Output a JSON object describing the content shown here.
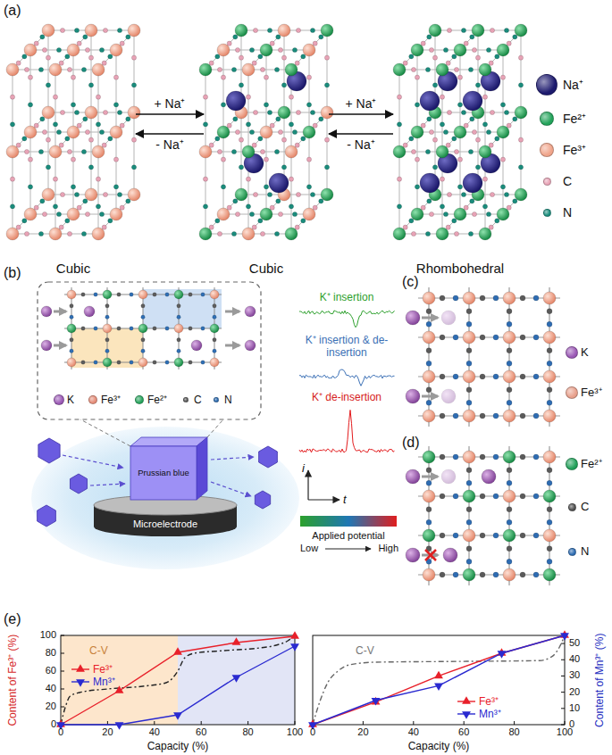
{
  "diagram": {
    "nodes": [
      {
        "text": [
          "Cubic"
        ]
      },
      {
        "text": [
          "Cubic"
        ]
      },
      {
        "text": [
          "Rhombohedral"
        ]
      },
      {
        "text": [
          "Prussian blue"
        ]
      },
      {
        "text": [
          "Microelectrode"
        ]
      }
    ],
    "edges": [
      {
        "from": 0,
        "to": 1,
        "arrow": "to",
        "label": "+ Na⁺"
      },
      {
        "from": 1,
        "to": 0,
        "arrow": "to",
        "label": "- Na⁺"
      },
      {
        "from": 1,
        "to": 2,
        "arrow": "to",
        "label": "+ Na⁺"
      },
      {
        "from": 2,
        "to": 1,
        "arrow": "to",
        "label": "- Na⁺"
      }
    ],
    "labels": [
      "(a)",
      "(b)",
      "(c)",
      "(d)",
      "(e)",
      "K⁺ insertion",
      "K⁺ insertion & de-insertion",
      "K⁺ de-insertion",
      "i",
      "t",
      "Applied potential",
      "Low",
      "High",
      "Content of Fe³⁺ (%)",
      "Capacity (%)",
      "C-V",
      "Capacity (%)",
      "Content of Mn³⁺ (%)",
      "C-V",
      "0",
      "20",
      "40",
      "60",
      "80",
      "100",
      "0",
      "20",
      "40",
      "60",
      "80",
      "100",
      "0",
      "20",
      "40",
      "60",
      "80",
      "100",
      "0",
      "10",
      "20",
      "30",
      "40",
      "50"
    ],
    "legend": [
      {
        "text": "Na⁺",
        "color": "#1d1a6e"
      },
      {
        "text": "Fe²⁺",
        "color": "#22a35a"
      },
      {
        "text": "Fe³⁺",
        "color": "#f0a48a"
      },
      {
        "text": "C",
        "color": "#e8a3b6"
      },
      {
        "text": "N",
        "color": "#1a8c7c"
      },
      {
        "text": "K",
        "color": "#9b59b6"
      },
      {
        "text": "Fe³⁺",
        "color": "#e48c78"
      },
      {
        "text": "Fe²⁺",
        "color": "#27a35c"
      },
      {
        "text": "C",
        "color": "#5e5e5e"
      },
      {
        "text": "N",
        "color": "#2f6fb5"
      },
      {
        "text": "K",
        "color": "#9b59b6"
      },
      {
        "text": "Fe³⁺",
        "color": "#e8a08c"
      },
      {
        "text": "Fe²⁺",
        "color": "#22a05a"
      },
      {
        "text": "C",
        "color": "#4f4f4f"
      },
      {
        "text": "N",
        "color": "#2e6cb2"
      },
      {
        "text": "Fe³⁺"
      },
      {
        "text": "Mn³⁺"
      },
      {
        "text": "Fe³⁺"
      },
      {
        "text": "Mn³⁺"
      }
    ]
  }
}
